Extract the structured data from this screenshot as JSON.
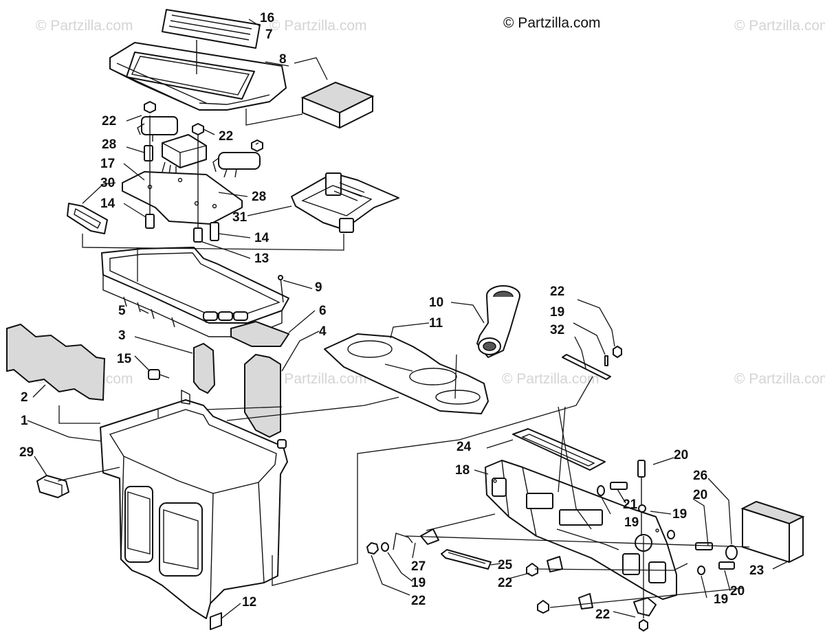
{
  "copyright": "© Partzilla.com",
  "watermark": "© Partzilla.com",
  "callouts": {
    "c16": "16",
    "c7": "7",
    "c8": "8",
    "c22a": "22",
    "c22b": "22",
    "c22c": "22",
    "c22d": "22",
    "c22e": "22",
    "c22f": "22",
    "c28a": "28",
    "c28b": "28",
    "c17": "17",
    "c30": "30",
    "c14a": "14",
    "c14b": "14",
    "c31": "31",
    "c13": "13",
    "c9": "9",
    "c5": "5",
    "c6": "6",
    "c3": "3",
    "c4": "4",
    "c10": "10",
    "c11": "11",
    "c19a": "19",
    "c32": "32",
    "c15": "15",
    "c2": "2",
    "c1": "1",
    "c29": "29",
    "c24": "24",
    "c18": "18",
    "c20a": "20",
    "c26": "26",
    "c21": "21",
    "c19b": "19",
    "c20b": "20",
    "c19c": "19",
    "c27": "27",
    "c19d": "19",
    "c25": "25",
    "c23": "23",
    "c20c": "20",
    "c19e": "19",
    "c12": "12"
  }
}
